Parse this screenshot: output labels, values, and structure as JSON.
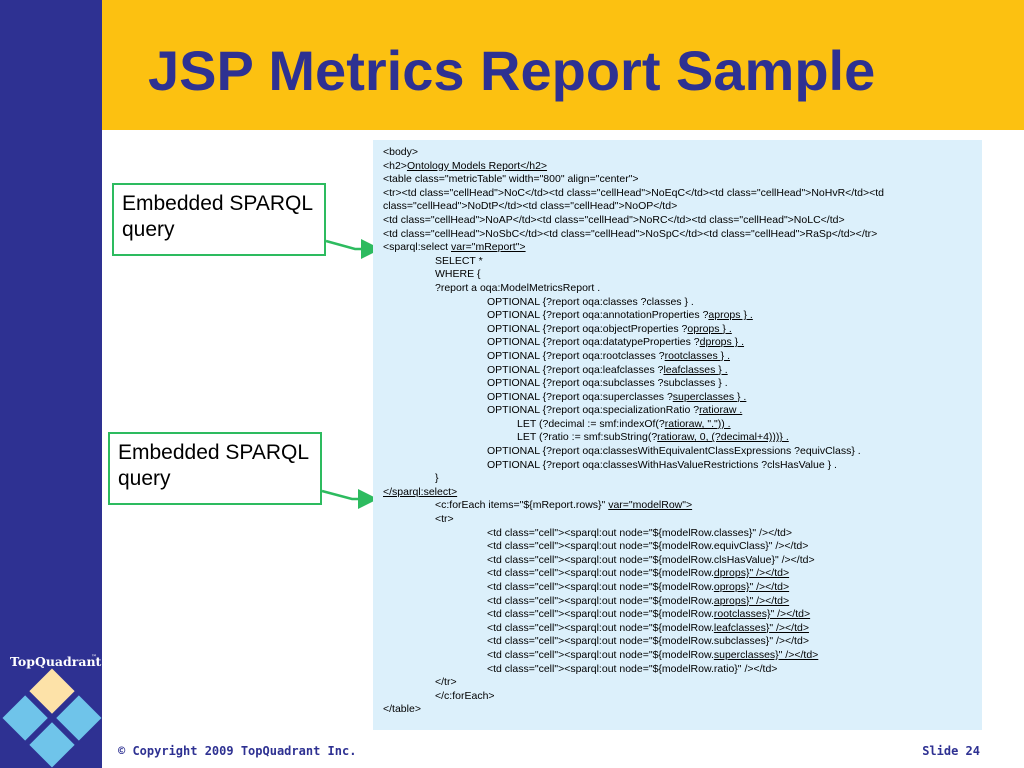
{
  "slide": {
    "title": "JSP Metrics Report Sample",
    "colors": {
      "left_bar": "#2e3192",
      "title_band": "#fcc111",
      "title_text": "#2e3192",
      "callout_border": "#2dbb5f",
      "code_background": "#dcf0fb"
    }
  },
  "callouts": [
    {
      "text": "Embedded SPARQL query"
    },
    {
      "text": "Embedded SPARQL query"
    }
  ],
  "code": {
    "lines": [
      {
        "indent": 0,
        "segments": [
          {
            "text": "<body>"
          }
        ]
      },
      {
        "indent": 0,
        "segments": [
          {
            "text": "<h2>"
          },
          {
            "text": "Ontology Models Report</h2>",
            "u": true
          }
        ]
      },
      {
        "indent": 0,
        "segments": [
          {
            "text": "<table class=\"metricTable\" width=\"800\" align=\"center\">"
          }
        ]
      },
      {
        "indent": 0,
        "segments": [
          {
            "text": "<tr><td class=\"cellHead\">NoC</td><td class=\"cellHead\">NoEqC</td><td class=\"cellHead\">NoHvR</td><td"
          }
        ]
      },
      {
        "indent": 0,
        "segments": [
          {
            "text": "class=\"cellHead\">NoDtP</td><td class=\"cellHead\">NoOP</td>"
          }
        ]
      },
      {
        "indent": 0,
        "segments": [
          {
            "text": "<td class=\"cellHead\">NoAP</td><td class=\"cellHead\">NoRC</td><td class=\"cellHead\">NoLC</td>"
          }
        ]
      },
      {
        "indent": 0,
        "segments": [
          {
            "text": "<td class=\"cellHead\">NoSbC</td><td class=\"cellHead\">NoSpC</td><td class=\"cellHead\">RaSp</td></tr>"
          }
        ]
      },
      {
        "indent": 0,
        "segments": [
          {
            "text": "<sparql:select "
          },
          {
            "text": "var=\"mReport\">",
            "u": true
          }
        ]
      },
      {
        "indent": 1,
        "segments": [
          {
            "text": "SELECT  *"
          }
        ]
      },
      {
        "indent": 1,
        "segments": [
          {
            "text": "WHERE {"
          }
        ]
      },
      {
        "indent": 1,
        "segments": [
          {
            "text": "?report a oqa:ModelMetricsReport ."
          }
        ]
      },
      {
        "indent": 2,
        "segments": [
          {
            "text": "OPTIONAL {?report oqa:classes ?classes } ."
          }
        ]
      },
      {
        "indent": 2,
        "segments": [
          {
            "text": "OPTIONAL {?report oqa:annotationProperties ?"
          },
          {
            "text": "aprops } .",
            "u": true
          }
        ]
      },
      {
        "indent": 2,
        "segments": [
          {
            "text": "OPTIONAL {?report oqa:objectProperties ?"
          },
          {
            "text": "oprops } .",
            "u": true
          }
        ]
      },
      {
        "indent": 2,
        "segments": [
          {
            "text": "OPTIONAL {?report oqa:datatypeProperties ?"
          },
          {
            "text": "dprops } .",
            "u": true
          }
        ]
      },
      {
        "indent": 2,
        "segments": [
          {
            "text": "OPTIONAL {?report oqa:rootclasses ?"
          },
          {
            "text": "rootclasses } .",
            "u": true
          }
        ]
      },
      {
        "indent": 2,
        "segments": [
          {
            "text": "OPTIONAL {?report oqa:leafclasses ?"
          },
          {
            "text": "leafclasses } .",
            "u": true
          }
        ]
      },
      {
        "indent": 2,
        "segments": [
          {
            "text": "OPTIONAL {?report oqa:subclasses ?subclasses } ."
          }
        ]
      },
      {
        "indent": 2,
        "segments": [
          {
            "text": "OPTIONAL {?report oqa:superclasses ?"
          },
          {
            "text": "superclasses } .",
            "u": true
          }
        ]
      },
      {
        "indent": 2,
        "segments": [
          {
            "text": "OPTIONAL {?report oqa:specializationRatio ?"
          },
          {
            "text": "ratioraw .",
            "u": true
          }
        ]
      },
      {
        "indent": 3,
        "segments": [
          {
            "text": "LET (?decimal := smf:indexOf(?"
          },
          {
            "text": "ratioraw, \".\")) .",
            "u": true
          }
        ]
      },
      {
        "indent": 3,
        "segments": [
          {
            "text": "LET (?ratio := smf:subString(?"
          },
          {
            "text": "ratioraw, 0, (?decimal+4)))} .",
            "u": true
          }
        ]
      },
      {
        "indent": 2,
        "segments": [
          {
            "text": "OPTIONAL {?report oqa:classesWithEquivalentClassExpressions ?equivClass} ."
          }
        ]
      },
      {
        "indent": 2,
        "segments": [
          {
            "text": "OPTIONAL {?report oqa:classesWithHasValueRestrictions ?clsHasValue } ."
          }
        ]
      },
      {
        "indent": 1,
        "segments": [
          {
            "text": "}"
          }
        ]
      },
      {
        "indent": 0,
        "segments": [
          {
            "text": "</sparql:select>",
            "u": true
          }
        ]
      },
      {
        "indent": 1,
        "segments": [
          {
            "text": "<c:forEach items=\"${mReport.rows}\" "
          },
          {
            "text": "var=\"modelRow\">",
            "u": true
          }
        ]
      },
      {
        "indent": 1,
        "segments": [
          {
            "text": "<tr>"
          }
        ]
      },
      {
        "indent": 2,
        "segments": [
          {
            "text": "<td class=\"cell\"><sparql:out node=\"${modelRow.classes}\" /></td>"
          }
        ]
      },
      {
        "indent": 2,
        "segments": [
          {
            "text": "<td class=\"cell\"><sparql:out node=\"${modelRow.equivClass}\" /></td>"
          }
        ]
      },
      {
        "indent": 2,
        "segments": [
          {
            "text": "<td class=\"cell\"><sparql:out node=\"${modelRow.clsHasValue}\" /></td>"
          }
        ]
      },
      {
        "indent": 2,
        "segments": [
          {
            "text": "<td class=\"cell\"><sparql:out node=\"${modelRow."
          },
          {
            "text": "dprops}\" /></td>",
            "u": true
          }
        ]
      },
      {
        "indent": 2,
        "segments": [
          {
            "text": "<td class=\"cell\"><sparql:out node=\"${modelRow."
          },
          {
            "text": "oprops}\" /></td>",
            "u": true
          }
        ]
      },
      {
        "indent": 2,
        "segments": [
          {
            "text": "<td class=\"cell\"><sparql:out node=\"${modelRow."
          },
          {
            "text": "aprops}\" /></td>",
            "u": true
          }
        ]
      },
      {
        "indent": 2,
        "segments": [
          {
            "text": "<td class=\"cell\"><sparql:out node=\"${modelRow."
          },
          {
            "text": "rootclasses}\" /></td>",
            "u": true
          }
        ]
      },
      {
        "indent": 2,
        "segments": [
          {
            "text": "<td class=\"cell\"><sparql:out node=\"${modelRow."
          },
          {
            "text": "leafclasses}\" /></td>",
            "u": true
          }
        ]
      },
      {
        "indent": 2,
        "segments": [
          {
            "text": "<td class=\"cell\"><sparql:out node=\"${modelRow.subclasses}\" /></td>"
          }
        ]
      },
      {
        "indent": 2,
        "segments": [
          {
            "text": "<td class=\"cell\"><sparql:out node=\"${modelRow."
          },
          {
            "text": "superclasses}\" /></td>",
            "u": true
          }
        ]
      },
      {
        "indent": 2,
        "segments": [
          {
            "text": "<td class=\"cell\"><sparql:out node=\"${modelRow.ratio}\" /></td>"
          }
        ]
      },
      {
        "indent": 1,
        "segments": [
          {
            "text": "</tr>"
          }
        ]
      },
      {
        "indent": 1,
        "segments": [
          {
            "text": "</c:forEach>"
          }
        ]
      },
      {
        "indent": 0,
        "segments": [
          {
            "text": "</table>"
          }
        ]
      }
    ]
  },
  "logo": {
    "brand": "TopQuadrant",
    "trademark": "™",
    "icon": "diamond-grid-icon"
  },
  "footer": {
    "copyright": "© Copyright 2009 TopQuadrant Inc.",
    "slide_number": "Slide 24"
  }
}
